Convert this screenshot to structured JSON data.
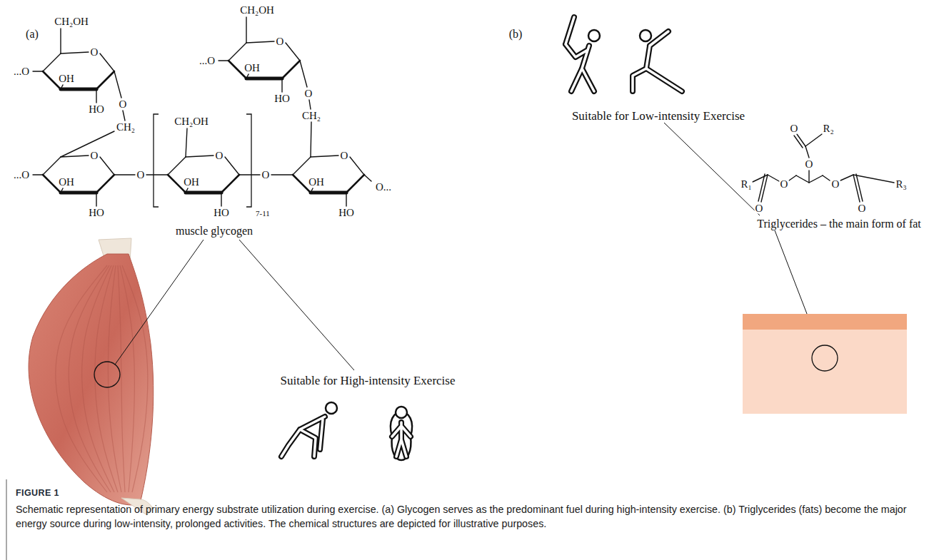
{
  "diagram": {
    "title": "FIGURE 1",
    "caption": "Schematic representation of primary energy substrate utilization during exercise. (a) Glycogen serves as the predominant fuel during high-intensity exercise. (b) Triglycerides (fats) become the major energy source during low-intensity, prolonged activities. The chemical structures are depicted for illustrative purposes.",
    "labels": [
      "(a)",
      "(b)",
      "CH₂OH",
      "O",
      "OH",
      "HO",
      "...O",
      "O",
      "CH₂",
      "CH₂OH",
      "O",
      "OH",
      "HO",
      "...O",
      "O",
      "CH₂",
      "...O",
      "O",
      "OH",
      "HO",
      "O",
      "CH₂OH",
      "O",
      "OH",
      "HO",
      "7-11",
      "O",
      "O",
      "OH",
      "HO",
      "O...",
      "muscle glycogen",
      "Suitable for High-intensity Exercise",
      "Suitable for Low-intensity Exercise",
      "O",
      "R₂",
      "O",
      "R₁",
      "O",
      "O",
      "R₃",
      "O",
      "O",
      "Triglycerides – the main form of fat"
    ]
  }
}
